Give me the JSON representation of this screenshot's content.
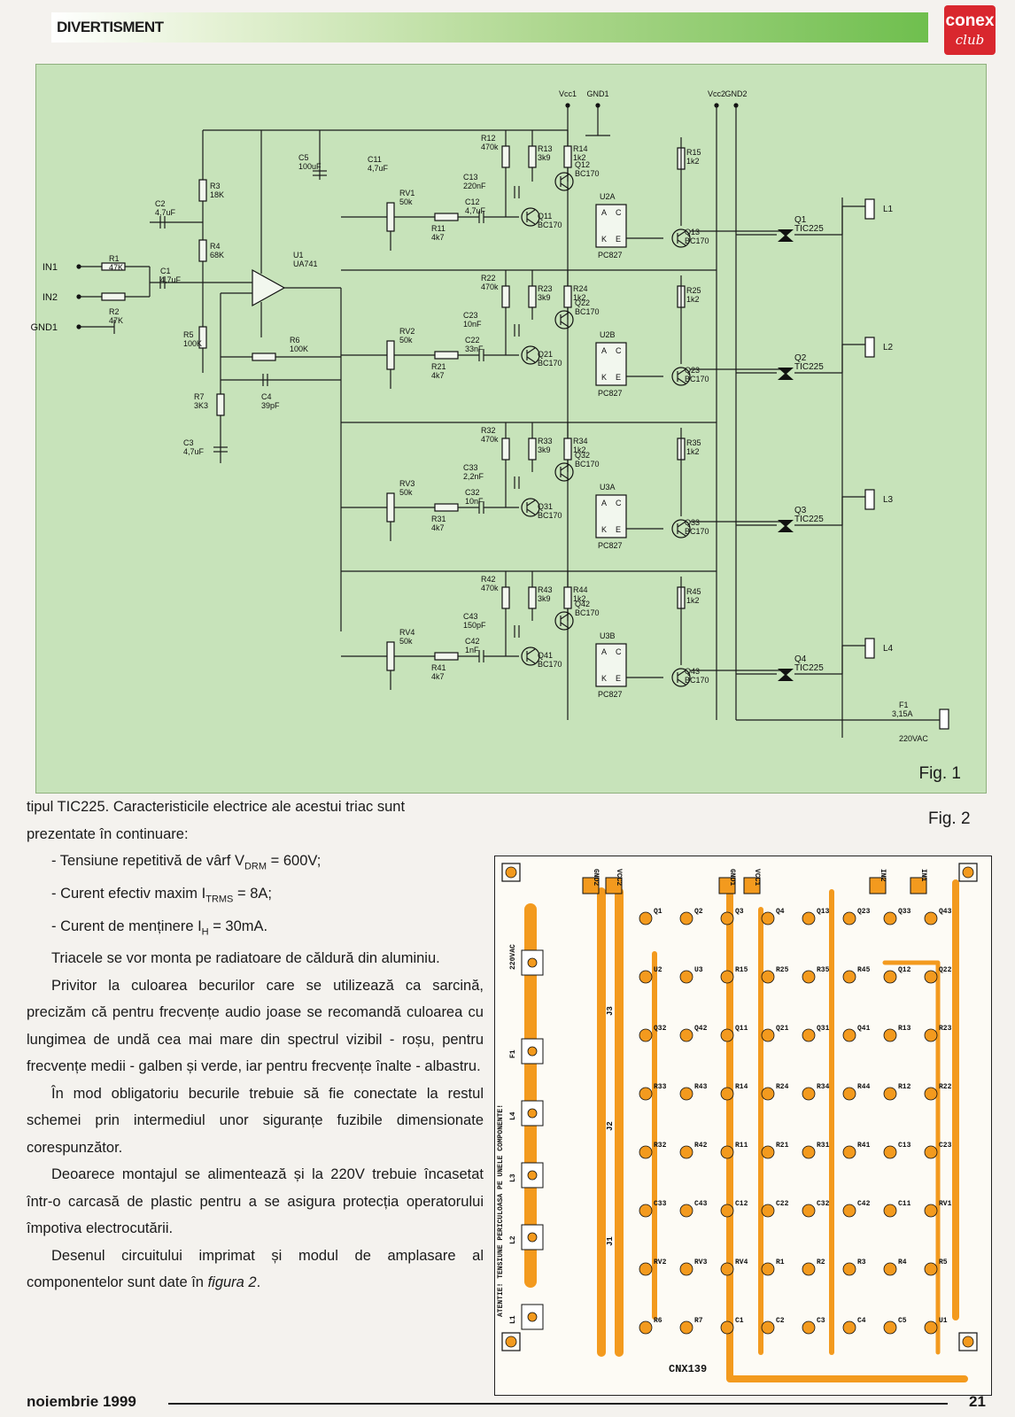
{
  "header": {
    "section": "DIVERTISMENT",
    "logo_top": "conex",
    "logo_bottom": "club"
  },
  "figure1": {
    "label": "Fig. 1"
  },
  "figure2": {
    "label": "Fig. 2",
    "board_code": "CNX139"
  },
  "text": {
    "p1a": "tipul TIC225. Caracteristicile electrice ale acestui triac sunt",
    "p1b": "prezentate în continuare:",
    "spec1_pre": "- Tensiune repetitivă de vârf V",
    "spec1_sub": "DRM",
    "spec1_post": " = 600V;",
    "spec2_pre": "- Curent efectiv maxim I",
    "spec2_sub": "TRMS",
    "spec2_post": " = 8A;",
    "spec3_pre": "- Curent de menținere I",
    "spec3_sub": "H",
    "spec3_post": " = 30mA.",
    "p2": "Triacele se vor monta pe radiatoare de căldură din aluminiu.",
    "p3": "Privitor la culoarea becurilor care se utilizează ca sarcină, precizăm că pentru frecvențe audio joase se recomandă culoarea cu lungimea de undă cea mai mare din spectrul vizibil - roșu, pentru frecvențe medii - galben și verde, iar pentru frecvențe înalte - albastru.",
    "p4": "În mod obligatoriu becurile trebuie să fie conectate la restul schemei prin intermediul unor siguranțe fuzibile dimensionate corespunzător.",
    "p5": "Deoarece montajul se alimentează și la 220V trebuie încasetat într-o carcasă de plastic pentru a se asigura protecția operatorului împotiva electrocutării.",
    "p6": "Desenul circuitului imprimat și modul de amplasare al componentelor sunt date în ",
    "p6_ref": "figura 2",
    "p6_end": "."
  },
  "footer": {
    "issue": "noiembrie 1999",
    "page": "21"
  },
  "schematic": {
    "inputs": [
      "IN1",
      "IN2",
      "GND1"
    ],
    "rails": [
      "Vcc1",
      "GND1",
      "Vcc2",
      "GND2"
    ],
    "input_parts": [
      {
        "ref": "R1",
        "val": "47K"
      },
      {
        "ref": "R2",
        "val": "47K"
      },
      {
        "ref": "C1",
        "val": "4,7uF"
      },
      {
        "ref": "C2",
        "val": "4,7uF"
      },
      {
        "ref": "R3",
        "val": "18K"
      },
      {
        "ref": "R4",
        "val": "68K"
      },
      {
        "ref": "R5",
        "val": "100K"
      },
      {
        "ref": "R6",
        "val": "100K"
      },
      {
        "ref": "R7",
        "val": "3K3"
      },
      {
        "ref": "C3",
        "val": "4,7uF"
      },
      {
        "ref": "C4",
        "val": "39pF"
      },
      {
        "ref": "C5",
        "val": "100uF"
      },
      {
        "ref": "U1",
        "val": "UA741"
      },
      {
        "ref": "C11",
        "val": "4,7uF"
      }
    ],
    "channels": [
      {
        "rv": "RV1",
        "rv_val": "50k",
        "rin": "R11",
        "rin_val": "4k7",
        "cin": "C12",
        "cin_val": "4,7uF",
        "rb": "R12",
        "rb_val": "470k",
        "rc": "R13",
        "rc_val": "3k9",
        "re": "R14",
        "re_val": "1k2",
        "cf": "C13",
        "cf_val": "220nF",
        "qa": "Q11",
        "qa_val": "BC170",
        "qb": "Q12",
        "qb_val": "BC170",
        "u": "U2A",
        "u_val": "PC827",
        "rg": "R15",
        "rg_val": "1k2",
        "qg": "Q13",
        "qg_val": "BC170",
        "tr": "Q1",
        "tr_val": "TIC225",
        "lamp": "L1"
      },
      {
        "rv": "RV2",
        "rv_val": "50k",
        "rin": "R21",
        "rin_val": "4k7",
        "cin": "C22",
        "cin_val": "33nF",
        "rb": "R22",
        "rb_val": "470k",
        "rc": "R23",
        "rc_val": "3k9",
        "re": "R24",
        "re_val": "1k2",
        "cf": "C23",
        "cf_val": "10nF",
        "qa": "Q21",
        "qa_val": "BC170",
        "qb": "Q22",
        "qb_val": "BC170",
        "u": "U2B",
        "u_val": "PC827",
        "rg": "R25",
        "rg_val": "1k2",
        "qg": "Q23",
        "qg_val": "BC170",
        "tr": "Q2",
        "tr_val": "TIC225",
        "lamp": "L2"
      },
      {
        "rv": "RV3",
        "rv_val": "50k",
        "rin": "R31",
        "rin_val": "4k7",
        "cin": "C32",
        "cin_val": "10nF",
        "rb": "R32",
        "rb_val": "470k",
        "rc": "R33",
        "rc_val": "3k9",
        "re": "R34",
        "re_val": "1k2",
        "cf": "C33",
        "cf_val": "2,2nF",
        "qa": "Q31",
        "qa_val": "BC170",
        "qb": "Q32",
        "qb_val": "BC170",
        "u": "U3A",
        "u_val": "PC827",
        "rg": "R35",
        "rg_val": "1k2",
        "qg": "Q33",
        "qg_val": "BC170",
        "tr": "Q3",
        "tr_val": "TIC225",
        "lamp": "L3"
      },
      {
        "rv": "RV4",
        "rv_val": "50k",
        "rin": "R41",
        "rin_val": "4k7",
        "cin": "C42",
        "cin_val": "1nF",
        "rb": "R42",
        "rb_val": "470k",
        "rc": "R43",
        "rc_val": "3k9",
        "re": "R44",
        "re_val": "1k2",
        "cf": "C43",
        "cf_val": "150pF",
        "qa": "Q41",
        "qa_val": "BC170",
        "qb": "Q42",
        "qb_val": "BC170",
        "u": "U3B",
        "u_val": "PC827",
        "rg": "R45",
        "rg_val": "1k2",
        "qg": "Q43",
        "qg_val": "BC170",
        "tr": "Q4",
        "tr_val": "TIC225",
        "lamp": "L4"
      }
    ],
    "fuse": {
      "ref": "F1",
      "val": "3,15A"
    },
    "mains": "220VAC",
    "opto_a": "A",
    "opto_c": "C",
    "opto_k": "K",
    "opto_e": "E"
  },
  "pcb": {
    "top_pads": [
      "GND2",
      "VCC2",
      "GND1",
      "VCC1",
      "IN2",
      "IN1"
    ],
    "side_labels": [
      "L1",
      "L2",
      "L3",
      "L4",
      "F1",
      "220VAC"
    ],
    "vertical_text": "ATENTIE! TENSIUNE PERICULOASA PE UNELE COMPONENTE!",
    "jumpers": [
      "J1",
      "J2",
      "J3"
    ],
    "parts": [
      "Q1",
      "Q2",
      "Q3",
      "Q4",
      "Q13",
      "Q23",
      "Q33",
      "Q43",
      "U2",
      "U3",
      "R15",
      "R25",
      "R35",
      "R45",
      "Q12",
      "Q22",
      "Q32",
      "Q42",
      "Q11",
      "Q21",
      "Q31",
      "Q41",
      "R13",
      "R23",
      "R33",
      "R43",
      "R14",
      "R24",
      "R34",
      "R44",
      "R12",
      "R22",
      "R32",
      "R42",
      "R11",
      "R21",
      "R31",
      "R41",
      "C13",
      "C23",
      "C33",
      "C43",
      "C12",
      "C22",
      "C32",
      "C42",
      "C11",
      "RV1",
      "RV2",
      "RV3",
      "RV4",
      "R1",
      "R2",
      "R3",
      "R4",
      "R5",
      "R6",
      "R7",
      "C1",
      "C2",
      "C3",
      "C4",
      "C5",
      "U1"
    ]
  }
}
